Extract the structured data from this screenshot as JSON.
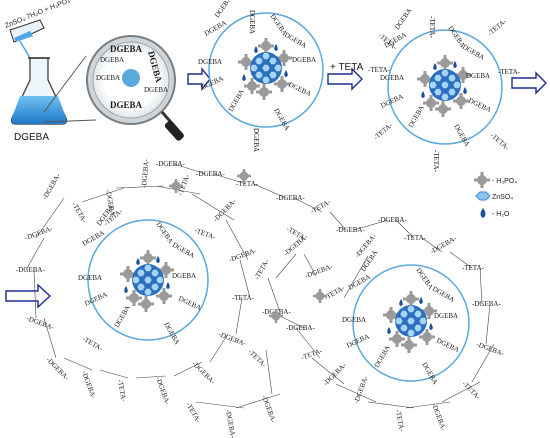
{
  "reagent_label": "ZnSO₄·7H₂O + H₃PO₄",
  "flask_label": "DGEBA",
  "magnifier_labels": [
    "DGEBA",
    "DGEBA",
    "DGEBA",
    "DGEBA",
    "DGEBA",
    "DGEBA"
  ],
  "step_label": "+ TETA",
  "legend": [
    {
      "label": "- H₃PO₄",
      "icon": "h3po4-gear-icon",
      "color": "#9a9a9a"
    },
    {
      "label": "ZnSO₄",
      "icon": "znso4-hexagon-icon",
      "color": "#3d86d6"
    },
    {
      "label": "- H₂O",
      "icon": "water-drop-icon",
      "color": "#1d4fa0"
    }
  ],
  "molecule_labels": {
    "epoxy": "DGEBA",
    "amine": "TETA",
    "epoxy_end": "-DGEBA-",
    "amine_end": "-TETA-"
  },
  "colors": {
    "arrow": "#1e2d8f",
    "circle": "#5aa9dc",
    "hex": "#3d86d6",
    "gear": "#9a9a9a",
    "drop": "#1d4fa0"
  }
}
